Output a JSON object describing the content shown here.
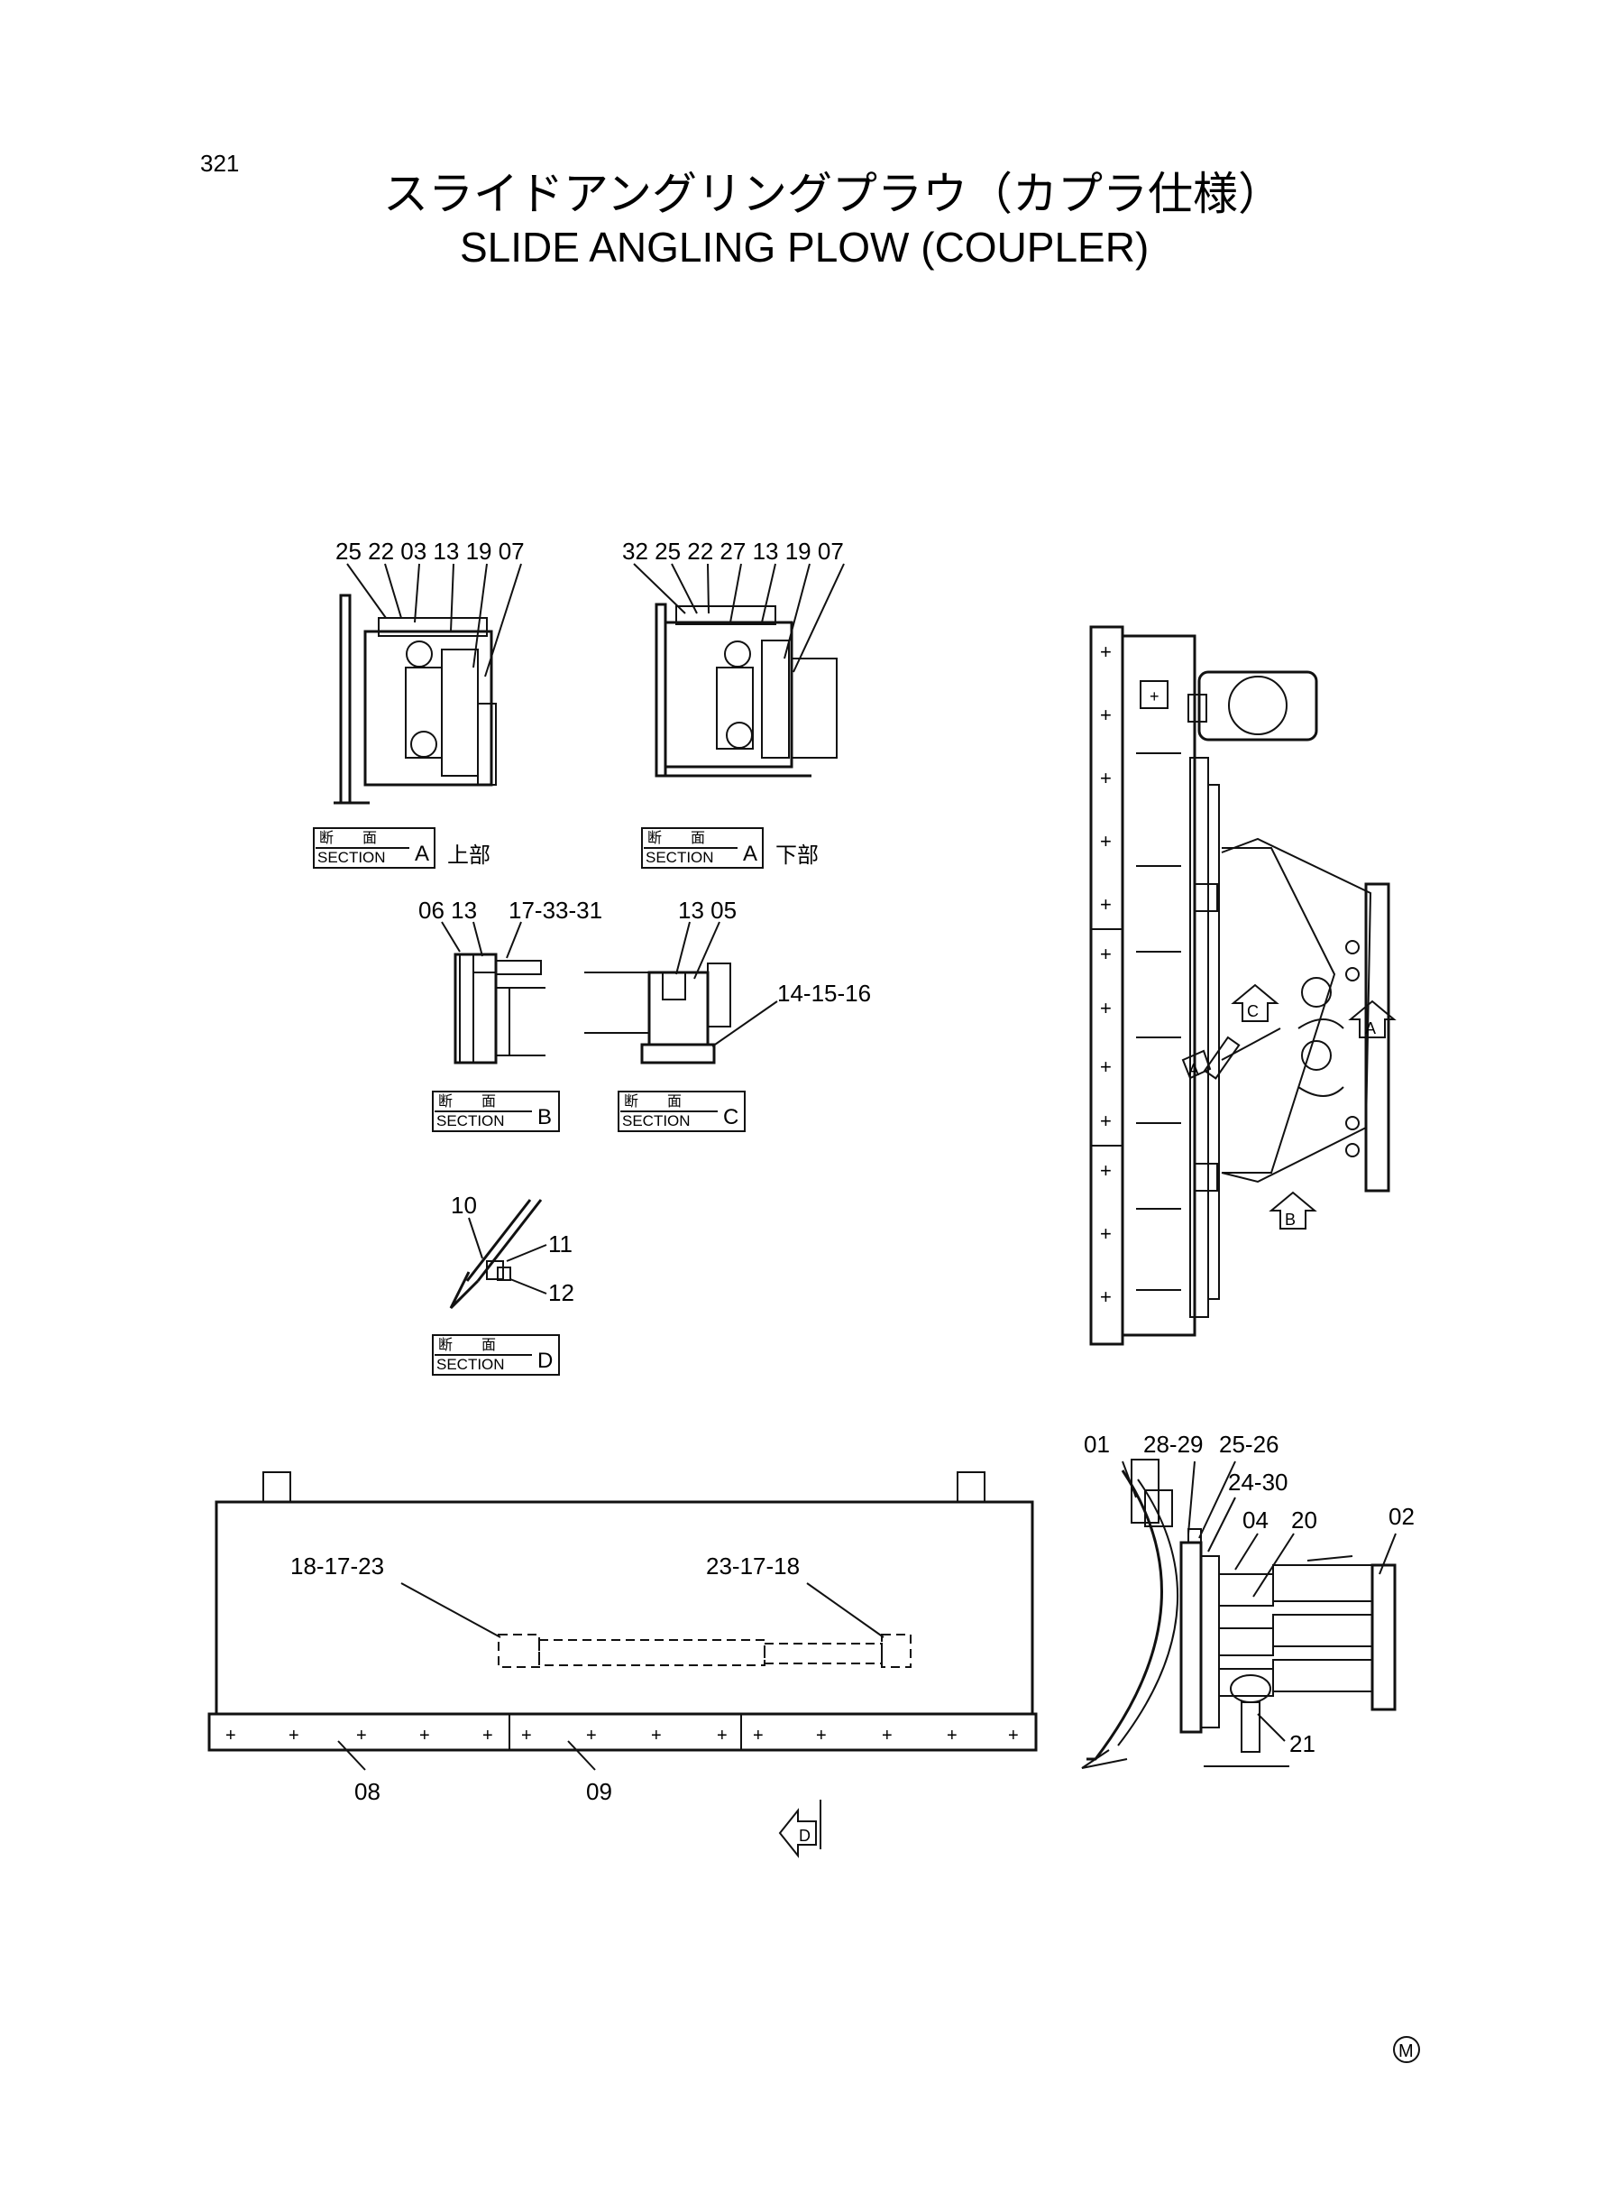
{
  "page": {
    "number": "321",
    "mark": "M"
  },
  "title": {
    "jp": "スライドアングリングプラウ（カプラ仕様）",
    "en": "SLIDE ANGLING PLOW (COUPLER)"
  },
  "section_box": {
    "word_jp": "断　　面",
    "word_en": "SECTION"
  },
  "sections": {
    "a_upper": {
      "letter": "A",
      "suffix": "上部",
      "callouts": "25 22 03 13 19 07"
    },
    "a_lower": {
      "letter": "A",
      "suffix": "下部",
      "callouts": "32 25 22 27 13 19 07"
    },
    "b": {
      "letter": "B",
      "callout_left": "06 13",
      "callout_right": "17-33-31"
    },
    "c": {
      "letter": "C",
      "callout_top": "13 05",
      "callout_side": "14-15-16"
    },
    "d": {
      "letter": "D",
      "callouts": [
        "10",
        "11",
        "12"
      ]
    }
  },
  "top_view": {
    "view_markers": [
      "C",
      "A",
      "A",
      "B"
    ]
  },
  "front_view": {
    "callouts": [
      "18-17-23",
      "23-17-18",
      "08",
      "09"
    ],
    "view_marker": "D"
  },
  "side_view": {
    "callouts": [
      "01",
      "28-29",
      "25-26",
      "24-30",
      "04",
      "20",
      "02",
      "21"
    ]
  }
}
